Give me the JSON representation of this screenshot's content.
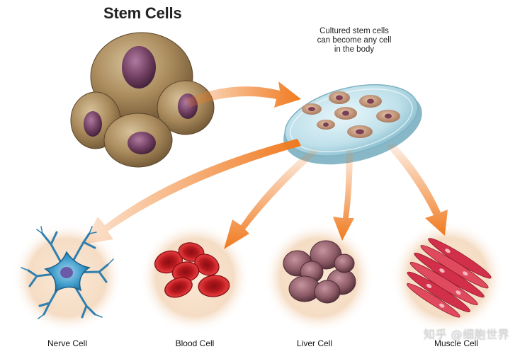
{
  "title": "Stem Cells",
  "caption": {
    "line1": "Cultured stem cells",
    "line2": "can become any cell",
    "line3": "in the body"
  },
  "labels": {
    "nerve": "Nerve Cell",
    "blood": "Blood Cell",
    "liver": "Liver Cell",
    "muscle": "Muscle Cell"
  },
  "watermark": "知乎 @细胞世界",
  "colors": {
    "arrow": "#f07a1f",
    "stem_cell": "#a98a5c",
    "nucleus": "#6e3d5e",
    "dish": "#bfe0ea",
    "circle_bg": "#f5dcc4",
    "nerve": "#3a98c8",
    "blood": "#c41e22",
    "liver": "#8c5a66",
    "muscle": "#d2304a"
  }
}
